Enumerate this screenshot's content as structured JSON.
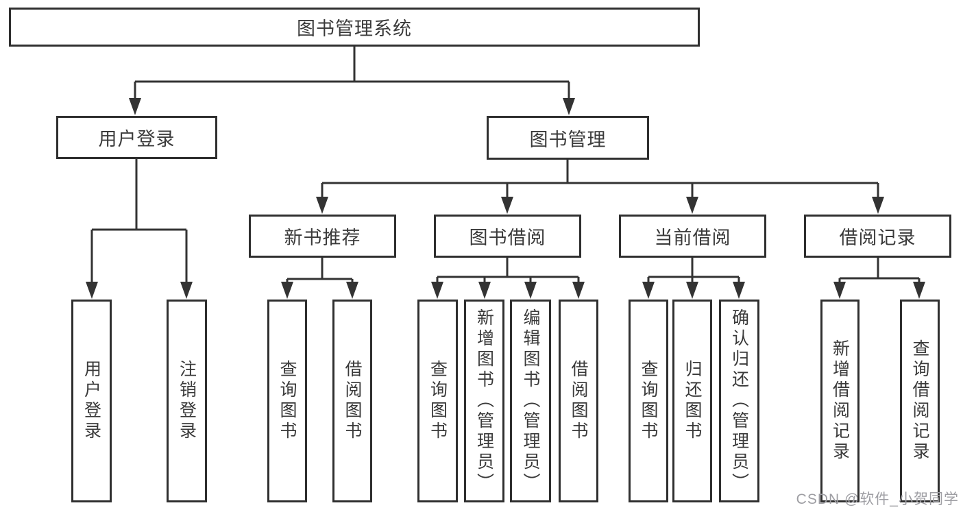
{
  "diagram": {
    "root": {
      "label": "图书管理系统"
    },
    "level2": [
      {
        "label": "用户登录"
      },
      {
        "label": "图书管理"
      }
    ],
    "level3": [
      {
        "label": "新书推荐"
      },
      {
        "label": "图书借阅"
      },
      {
        "label": "当前借阅"
      },
      {
        "label": "借阅记录"
      }
    ],
    "leaves": {
      "login": [
        {
          "label": "用户登录"
        },
        {
          "label": "注销登录"
        }
      ],
      "newbook": [
        {
          "label": "查询图书"
        },
        {
          "label": "借阅图书"
        }
      ],
      "borrow": [
        {
          "label": "查询图书"
        },
        {
          "label": "新增图书（管理员）"
        },
        {
          "label": "编辑图书（管理员）"
        },
        {
          "label": "借阅图书"
        }
      ],
      "current": [
        {
          "label": "查询图书"
        },
        {
          "label": "归还图书"
        },
        {
          "label": "确认归还（管理员）"
        }
      ],
      "records": [
        {
          "label": "新增借阅记录"
        },
        {
          "label": "查询借阅记录"
        }
      ]
    },
    "watermark": "CSDN @软件_小贺同学",
    "colors": {
      "line": "#333333",
      "border": "#2f2f2f",
      "text": "#3a3a3a",
      "watermark": "#9e9ea3",
      "background": "#ffffff"
    }
  }
}
